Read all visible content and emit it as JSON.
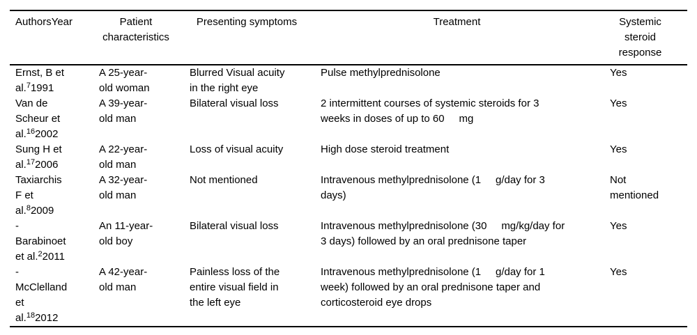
{
  "page": {
    "background_color": "#ffffff",
    "text_color": "#000000",
    "rule_color": "#000000"
  },
  "table": {
    "headers": {
      "authors": "AuthorsYear",
      "patient": "Patient characteristics",
      "symptoms": "Presenting symptoms",
      "treatment": "Treatment",
      "response": "Systemic steroid response"
    },
    "rows": [
      {
        "author_pre": "Ernst, B et al.",
        "author_ref": "7",
        "author_year": "1991",
        "patient": "A 25-year-old woman",
        "symptoms": "Blurred Visual acuity in the right eye",
        "treatment": "Pulse methylprednisolone",
        "response": "Yes"
      },
      {
        "author_pre": "Van de Scheur et al.",
        "author_ref": "16",
        "author_year": "2002",
        "patient": "A 39-year-old man",
        "symptoms": "Bilateral visual loss",
        "treatment": "2 intermittent courses of systemic steroids for 3 weeks in doses of up to 60     mg",
        "response": "Yes"
      },
      {
        "author_pre": "Sung H et al.",
        "author_ref": "17",
        "author_year": "2006",
        "patient": "A 22-year-old man",
        "symptoms": "Loss of visual acuity",
        "treatment": "High dose steroid treatment",
        "response": "Yes"
      },
      {
        "author_pre": "Taxiarchis F et al.",
        "author_ref": "8",
        "author_year": "2009",
        "patient": "A 32-year-old man",
        "symptoms": "Not mentioned",
        "treatment": "Intravenous methylprednisolone (1     g/day for 3 days)",
        "response": "Not mentioned"
      },
      {
        "author_pre": "- Barabinoet et al.",
        "author_ref": "2",
        "author_year": "2011",
        "patient": "An 11-year-old boy",
        "symptoms": "Bilateral visual loss",
        "treatment": "Intravenous methylprednisolone (30     mg/kg/day for 3 days) followed by an oral prednisone taper",
        "response": "Yes"
      },
      {
        "author_pre": "- McClelland et al.",
        "author_ref": "18",
        "author_year": "2012",
        "patient": "A 42-year-old man",
        "symptoms": "Painless loss of the entire visual field in the left eye",
        "treatment": "Intravenous methylprednisolone (1     g/day for 1 week) followed by an oral prednisone taper and corticosteroid eye drops",
        "response": "Yes"
      }
    ]
  }
}
